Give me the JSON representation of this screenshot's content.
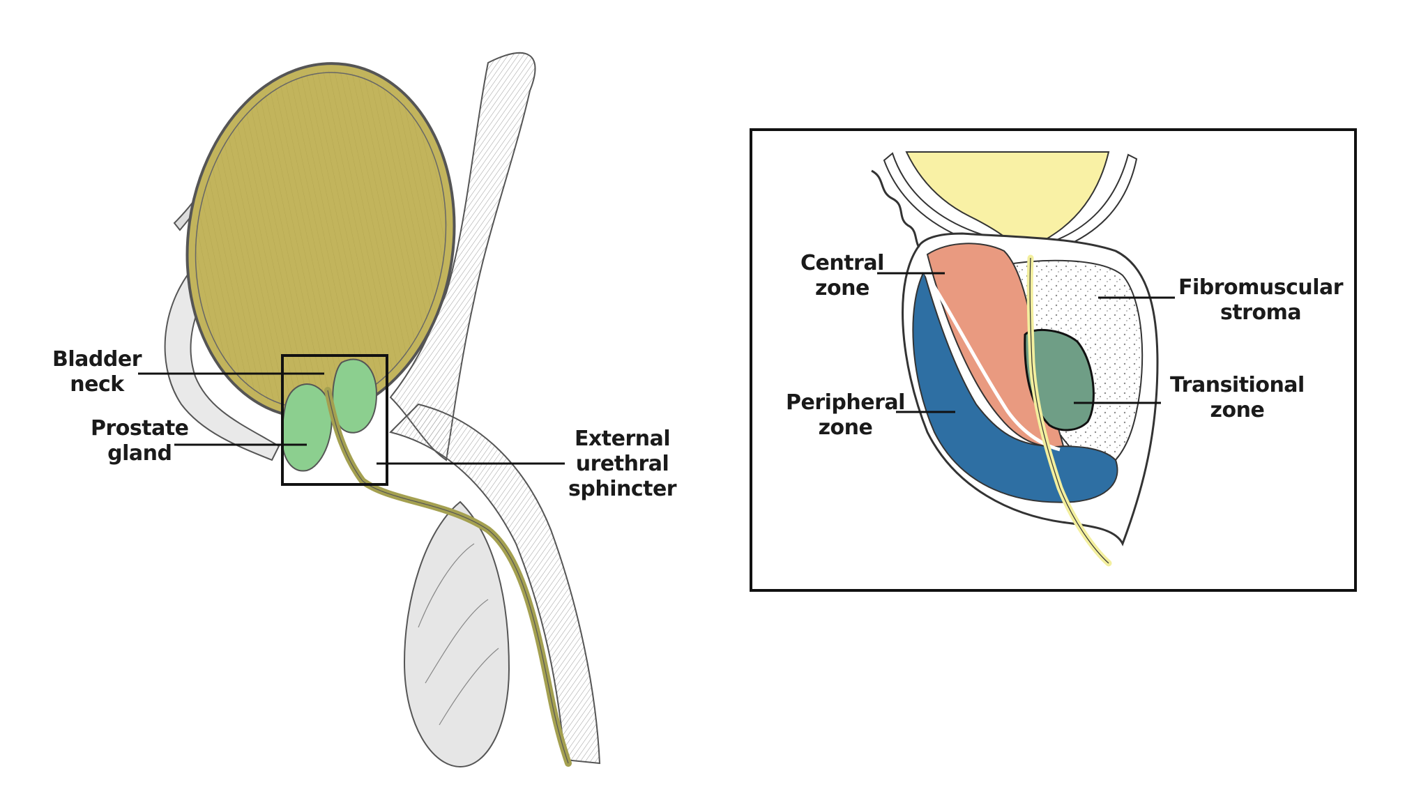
{
  "left_panel": {
    "labels": {
      "bladder_neck": [
        "Bladder",
        "neck"
      ],
      "prostate_gland": [
        "Prostate",
        "gland"
      ],
      "external_urethral_sphincter": [
        "External",
        "urethral",
        "sphincter"
      ]
    }
  },
  "right_panel": {
    "labels": {
      "central_zone": [
        "Central",
        "zone"
      ],
      "peripheral_zone": [
        "Peripheral",
        "zone"
      ],
      "fibromuscular_stroma": [
        "Fibromuscular",
        "stroma"
      ],
      "transitional_zone": [
        "Transitional",
        "zone"
      ]
    }
  },
  "colors": {
    "bladder": "#c2b45c",
    "prostate": "#8ccf8f",
    "urethra": "#a4a050",
    "central_zone": "#e99a80",
    "peripheral_zone": "#2e6fa3",
    "transitional_zone": "#6f9e86",
    "stroma": "#eef0f2",
    "urine": "#f9f1a5"
  }
}
